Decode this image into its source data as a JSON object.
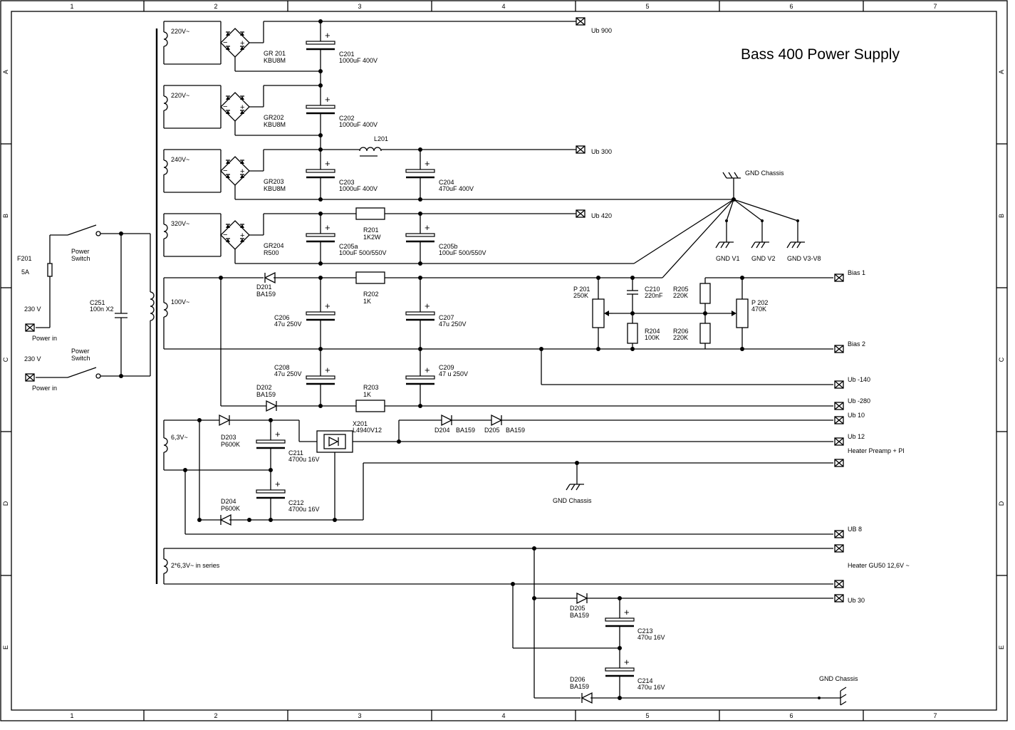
{
  "title": "Bass 400 Power Supply",
  "frame": {
    "columns": [
      "1",
      "2",
      "3",
      "4",
      "5",
      "6",
      "7"
    ],
    "rows": [
      "A",
      "B",
      "C",
      "D",
      "E"
    ]
  },
  "mains": {
    "fuse_ref": "F201",
    "fuse_value": "5A",
    "voltage_top": "230 V",
    "voltage_bottom": "230 V",
    "power_in_top": "Power in",
    "power_in_bottom": "Power in",
    "switch_top": [
      "Power",
      "Switch"
    ],
    "switch_bottom": [
      "Power",
      "Switch"
    ],
    "cap_ref": "C251",
    "cap_value": "100n X2"
  },
  "windings": [
    "220V~",
    "220V~",
    "240V~",
    "320V~",
    "100V~",
    "6,3V~",
    "2*6,3V~ in series"
  ],
  "rectifiers": [
    {
      "ref": "GR 201",
      "value": "KBU8M"
    },
    {
      "ref": "GR202",
      "value": "KBU8M"
    },
    {
      "ref": "GR203",
      "value": "KBU8M"
    },
    {
      "ref": "GR204",
      "value": "R500"
    }
  ],
  "capacitors": {
    "C201": [
      "C201",
      "1000uF 400V"
    ],
    "C202": [
      "C202",
      "1000uF 400V"
    ],
    "C203": [
      "C203",
      "1000uF 400V"
    ],
    "C204": [
      "C204",
      "470uF 400V"
    ],
    "C205a": [
      "C205a",
      "100uF 500/550V"
    ],
    "C205b": [
      "C205b",
      "100uF 500/550V"
    ],
    "C206": [
      "C206",
      "47u 250V"
    ],
    "C207": [
      "C207",
      "47u 250V"
    ],
    "C208": [
      "C208",
      "47u 250V"
    ],
    "C209": [
      "C209",
      "47 u 250V"
    ],
    "C210": [
      "C210",
      "220nF"
    ],
    "C211": [
      "C211",
      "4700u 16V"
    ],
    "C212": [
      "C212",
      "4700u 16V"
    ],
    "C213": [
      "C213",
      "470u 16V"
    ],
    "C214": [
      "C214",
      "470u 16V"
    ]
  },
  "inductor": {
    "ref": "L201"
  },
  "resistors": {
    "R201": [
      "R201",
      "1K2W"
    ],
    "R202": [
      "R202",
      "1K"
    ],
    "R203": [
      "R203",
      "1K"
    ],
    "R204": [
      "R204",
      "100K"
    ],
    "R205": [
      "R205",
      "220K"
    ],
    "R206": [
      "R206",
      "220K"
    ]
  },
  "pots": {
    "P201": [
      "P 201",
      "250K"
    ],
    "P202": [
      "P 202",
      "470K"
    ]
  },
  "diodes": {
    "D201": [
      "D201",
      "BA159"
    ],
    "D202": [
      "D202",
      "BA159"
    ],
    "D203": [
      "D203",
      "P600K"
    ],
    "D204a": [
      "D204",
      "P600K"
    ],
    "D204b": [
      "D204",
      "BA159"
    ],
    "D205a": [
      "D205",
      "BA159"
    ],
    "D205b": [
      "D205",
      "BA159"
    ],
    "D206": [
      "D206",
      "BA159"
    ]
  },
  "regulator": {
    "ref": "X201",
    "value": "L4940V12"
  },
  "outputs": {
    "ub900": "Ub 900",
    "ub300": "Ub 300",
    "ub420": "Ub 420",
    "bias1": "Bias 1",
    "bias2": "Bias 2",
    "ubm140": "Ub -140",
    "ubm280": "Ub -280",
    "ub10": "Ub 10",
    "ub12": "Ub 12",
    "heater_preamp": "Heater Preamp + PI",
    "ub8": "UB 8",
    "heater_gu50": "Heater GU50  12,6V ~",
    "ub30": "Ub 30"
  },
  "grounds": {
    "gnd_chassis_top": "GND Chassis",
    "gnd_v1": "GND V1",
    "gnd_v2": "GND V2",
    "gnd_v3v8": "GND V3-V8",
    "gnd_chassis_mid": "GND Chassis",
    "gnd_chassis_bottom": "GND Chassis"
  }
}
